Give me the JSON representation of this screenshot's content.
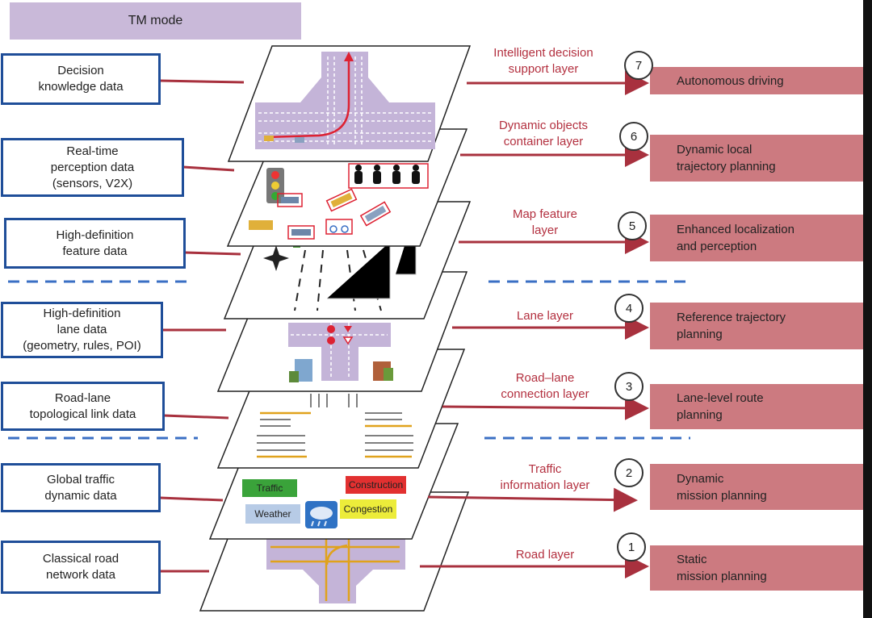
{
  "mode": {
    "label": "TM mode"
  },
  "input_data": [
    {
      "label": "Decision\nknowledge data"
    },
    {
      "label": "Real-time\nperception data\n(sensors, V2X)"
    },
    {
      "label": "High-definition\nfeature data"
    },
    {
      "label": "High-definition\nlane data\n(geometry, rules, POI)"
    },
    {
      "label": "Road-lane\ntopological link data"
    },
    {
      "label": "Global traffic\ndynamic data"
    },
    {
      "label": "Classical road\nnetwork data"
    }
  ],
  "layers": [
    {
      "label": "Intelligent decision\nsupport layer",
      "number": "7",
      "application": "Autonomous driving"
    },
    {
      "label": "Dynamic objects\ncontainer layer",
      "number": "6",
      "application": "Dynamic local\ntrajectory planning"
    },
    {
      "label": "Map feature\nlayer",
      "number": "5",
      "application": "Enhanced localization\nand perception"
    },
    {
      "label": "Lane layer",
      "number": "4",
      "application": "Reference trajectory\nplanning"
    },
    {
      "label": "Road–lane\nconnection layer",
      "number": "3",
      "application": "Lane-level route\nplanning"
    },
    {
      "label": "Traffic\ninformation layer",
      "number": "2",
      "application": "Dynamic\nmission planning"
    },
    {
      "label": "Road layer",
      "number": "1",
      "application": "Static\nmission planning"
    }
  ],
  "traffic_chips": {
    "traffic": "Traffic",
    "weather": "Weather",
    "construction": "Construction",
    "congestion": "Congestion"
  },
  "colors": {
    "input_border": "#1f4e99",
    "layer_text": "#b3303f",
    "connector": "#a8313e",
    "output_fill": "#cc7a80",
    "mode_fill": "#c9b9d9",
    "separator": "#3a6fc4",
    "road_fill": "#c4b4d8"
  }
}
